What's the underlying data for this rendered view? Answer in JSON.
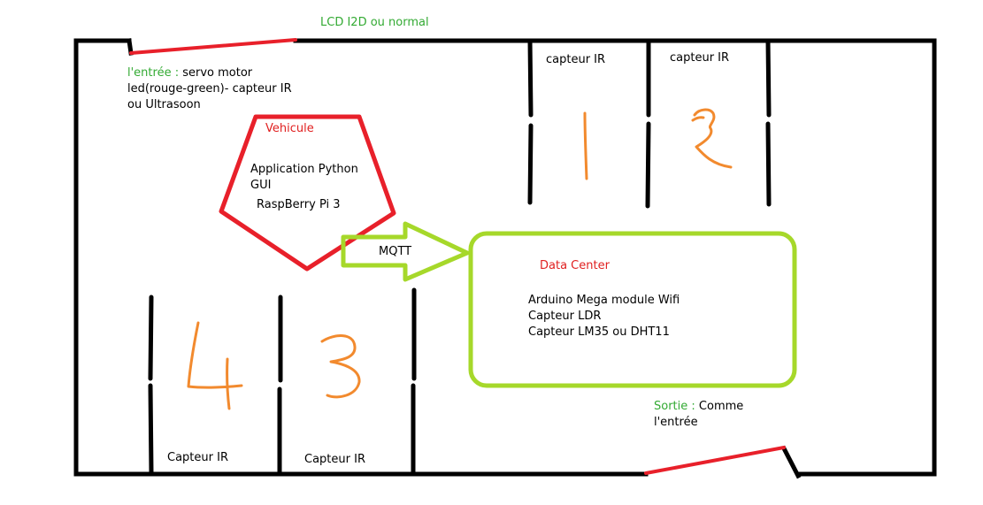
{
  "colors": {
    "wall": "#000000",
    "door": "#e8202a",
    "vehicle": "#e8202a",
    "datacenter": "#a6d82a",
    "arrow": "#a6d82a",
    "digit": "#f28a2e",
    "green_text": "#33aa33",
    "red_text": "#e02020"
  },
  "lcd_label": "LCD I2D ou normal",
  "entrance": {
    "title": "l'entrée :",
    "line1": " servo motor",
    "line2": "led(rouge-green)- capteur IR",
    "line3": "ou Ultrasoon"
  },
  "exit": {
    "title": "Sortie :",
    "line1": " Comme",
    "line2": "l'entrée"
  },
  "vehicle": {
    "title": "Vehicule",
    "line1": "Application Python",
    "line2": "GUI",
    "line3": "RaspBerry Pi 3"
  },
  "mqtt_label": "MQTT",
  "datacenter": {
    "title": "Data Center",
    "line1": "Arduino Mega module Wifi",
    "line2": "Capteur LDR",
    "line3": "Capteur LM35 ou DHT11"
  },
  "spots": [
    {
      "number": "1",
      "sensor": "capteur IR"
    },
    {
      "number": "2",
      "sensor": "capteur IR"
    },
    {
      "number": "3",
      "sensor": "Capteur IR"
    },
    {
      "number": "4",
      "sensor": "Capteur IR"
    }
  ]
}
